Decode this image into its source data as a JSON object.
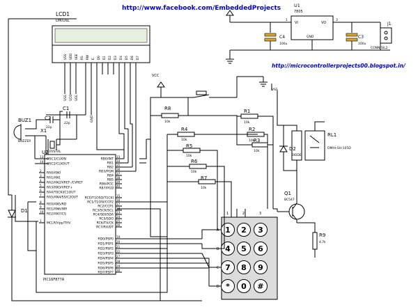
{
  "header": {
    "url_top": "http://www.facebook.com/EmbeddedProjects",
    "url_blog": "http://microcontrollerprojects00.blogspot.in/"
  },
  "lcd": {
    "ref": "LCD1",
    "part": "LM016L",
    "pins": [
      "VSS",
      "VDD",
      "VEE",
      "RS",
      "RW",
      "E",
      "D0",
      "D1",
      "D2",
      "D3",
      "D4",
      "D5",
      "D6",
      "D7"
    ],
    "gnd_labels": [
      "VSS",
      "VDD",
      "VEE"
    ]
  },
  "regulator": {
    "ref": "U1",
    "part": "7805",
    "vi": "VI",
    "vo": "VO",
    "gnd": "GND",
    "pin1": "1",
    "pin3": "3"
  },
  "caps_top": [
    {
      "ref": "C4",
      "value": "100u"
    },
    {
      "ref": "C3",
      "value": "100u"
    }
  ],
  "connector": {
    "ref": "J1",
    "part": "CONN-SIL2"
  },
  "mcu": {
    "ref": "U2",
    "part": "PIC16F877A",
    "left_pins": [
      {
        "n": "13",
        "name": "OSC1/CLKIN"
      },
      {
        "n": "14",
        "name": "OSC2/CLKOUT"
      },
      {
        "n": "2",
        "name": "RA0/AN0"
      },
      {
        "n": "3",
        "name": "RA1/AN1"
      },
      {
        "n": "4",
        "name": "RA2/AN2/VREF-/CVREF"
      },
      {
        "n": "5",
        "name": "RA3/AN3/VREF+"
      },
      {
        "n": "6",
        "name": "RA4/T0CKI/C1OUT"
      },
      {
        "n": "7",
        "name": "RA5/AN4/SS/C2OUT"
      },
      {
        "n": "8",
        "name": "RE0/AN5/RD"
      },
      {
        "n": "9",
        "name": "RE1/AN6/WR"
      },
      {
        "n": "10",
        "name": "RE2/AN7/CS"
      },
      {
        "n": "1",
        "name": "MCLR/Vpp/THV"
      }
    ],
    "right_pins": [
      {
        "n": "33",
        "name": "RB0/INT"
      },
      {
        "n": "34",
        "name": "RB1"
      },
      {
        "n": "35",
        "name": "RB2"
      },
      {
        "n": "36",
        "name": "RB3/PGM"
      },
      {
        "n": "37",
        "name": "RB4"
      },
      {
        "n": "38",
        "name": "RB5"
      },
      {
        "n": "39",
        "name": "RB6/PGC"
      },
      {
        "n": "40",
        "name": "RB7/PGD"
      },
      {
        "n": "15",
        "name": "RC0/T1OSO/T1CKI"
      },
      {
        "n": "16",
        "name": "RC1/T1OSI/CCP2"
      },
      {
        "n": "17",
        "name": "RC2/CCP1"
      },
      {
        "n": "18",
        "name": "RC3/SCK/SCL"
      },
      {
        "n": "23",
        "name": "RC4/SDI/SDA"
      },
      {
        "n": "24",
        "name": "RC5/SDO"
      },
      {
        "n": "25",
        "name": "RC6/TX/CK"
      },
      {
        "n": "26",
        "name": "RC7/RX/DT"
      },
      {
        "n": "19",
        "name": "RD0/PSP0"
      },
      {
        "n": "20",
        "name": "RD1/PSP1"
      },
      {
        "n": "21",
        "name": "RD2/PSP2"
      },
      {
        "n": "22",
        "name": "RD3/PSP3"
      },
      {
        "n": "27",
        "name": "RD4/PSP4"
      },
      {
        "n": "28",
        "name": "RD5/PSP5"
      },
      {
        "n": "29",
        "name": "RD6/PSP6"
      },
      {
        "n": "30",
        "name": "RD7/PSP7"
      }
    ]
  },
  "buzzer": {
    "ref": "BUZ1",
    "part": "BUZZER"
  },
  "caps": [
    {
      "ref": "C2",
      "value": "22p"
    },
    {
      "ref": "C1",
      "value": "22p"
    }
  ],
  "crystal": {
    "ref": "X1",
    "part": "CRYSTAL"
  },
  "diode": {
    "ref": "D1"
  },
  "resistors": [
    {
      "ref": "R8",
      "value": "10k"
    },
    {
      "ref": "R1",
      "value": "10k"
    },
    {
      "ref": "R2",
      "value": "10k"
    },
    {
      "ref": "R3",
      "value": "10k"
    },
    {
      "ref": "R4",
      "value": "10k"
    },
    {
      "ref": "R5",
      "value": "10k"
    },
    {
      "ref": "R6",
      "value": "10k"
    },
    {
      "ref": "R7",
      "value": "10k"
    },
    {
      "ref": "R9",
      "value": "4.7k"
    }
  ],
  "relay": {
    "ref": "RL1",
    "part": "OMIH-SH-105D"
  },
  "diode2": {
    "ref": "D2",
    "part": "DIODE"
  },
  "transistor": {
    "ref": "Q1",
    "part": "BC547"
  },
  "power": {
    "vcc": "VCC",
    "vss": "VSS",
    "gnd": "GND"
  },
  "keypad": {
    "rows": [
      "A",
      "B",
      "C",
      "D"
    ],
    "cols": [
      "1",
      "2",
      "3"
    ],
    "keys": [
      [
        "1",
        "2",
        "3"
      ],
      [
        "4",
        "5",
        "6"
      ],
      [
        "7",
        "8",
        "9"
      ],
      [
        "*",
        "0",
        "#"
      ]
    ]
  },
  "colors": {
    "wire": "#000000",
    "link": "#0000cc",
    "cap_fill": "#d8a830"
  }
}
